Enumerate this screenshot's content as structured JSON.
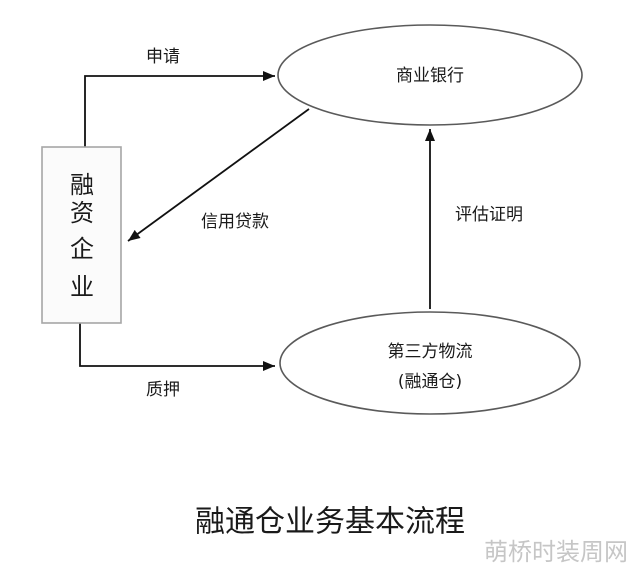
{
  "diagram": {
    "title": "融通仓业务基本流程",
    "nodes": {
      "enterprise": {
        "chars": [
          "融",
          "资",
          "企",
          "业"
        ]
      },
      "bank": {
        "label": "商业银行"
      },
      "logistics": {
        "line1": "第三方物流",
        "line2": "(融通仓)"
      }
    },
    "edges": {
      "apply": "申请",
      "credit_loan": "信用贷款",
      "evaluation": "评估证明",
      "pledge": "质押"
    }
  },
  "watermark": "萌桥时装周网",
  "colors": {
    "line": "#111111",
    "node_stroke": "#5a5a5a",
    "rect_stroke": "#a6a6a6",
    "rect_fill": "#fbfbfb",
    "text": "#1a1a1a",
    "watermark": "#c6c6c6",
    "background": "#ffffff"
  }
}
